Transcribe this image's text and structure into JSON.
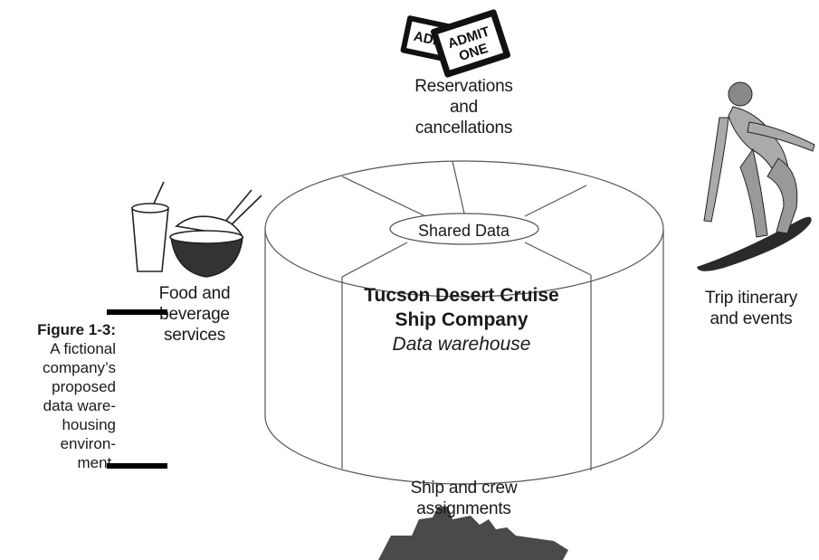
{
  "figure": {
    "label": "Figure 1-3:",
    "caption": "A fictional\ncompany’s\nproposed\ndata ware-\nhousing\nenviron-\nment."
  },
  "warehouse": {
    "shared_data": "Shared Data",
    "title": "Tucson Desert Cruise\nShip Company",
    "subtitle": "Data warehouse"
  },
  "sources": {
    "reservations": "Reservations\nand\ncancellations",
    "trip": "Trip itinerary\nand events",
    "food": "Food and\nbeverage\nservices",
    "ship": "Ship and crew\nassignments"
  },
  "ticket_text": {
    "back": "ADMIT",
    "front_line1": "ADMIT",
    "front_line2": "ONE"
  },
  "colors": {
    "stroke": "#555555",
    "ink": "#1a1a1a",
    "ship": "#4a4a4a",
    "surfboard": "#2a2a2a"
  }
}
